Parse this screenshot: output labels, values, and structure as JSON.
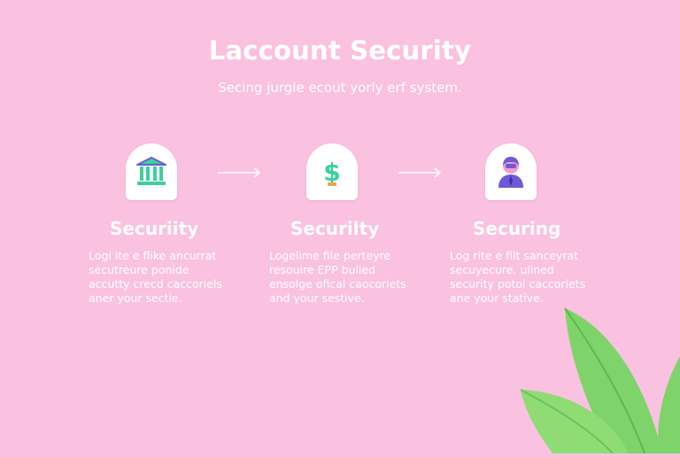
{
  "header": {
    "title": "Laccount Security",
    "subtitle": "Secing jurgle ecout yorly erf system."
  },
  "steps": [
    {
      "icon": "bank-icon",
      "title": "Securiity",
      "lines": [
        "Logi ite e flike ancurrat",
        "secutreure ponide",
        "accutty crecd caccoriels",
        "aner your sectie."
      ]
    },
    {
      "icon": "dollar-icon",
      "title": "Securilty",
      "lines": [
        "Logelime file perteyre",
        "resouire EPP bulied",
        "ensolge ofical caocoriets",
        "and your sestive."
      ]
    },
    {
      "icon": "user-icon",
      "title": "Securing",
      "lines": [
        "Log rite e filt sanceyrat",
        "secuyecure. ulined",
        "security potol caccoriets",
        "ane your stative."
      ]
    }
  ],
  "colors": {
    "background": "#fbc1e0",
    "text": "#ffffff",
    "icon_green": "#3ccf9f",
    "icon_purple": "#6d5ad8",
    "leaf_green": "#7ed46a"
  }
}
